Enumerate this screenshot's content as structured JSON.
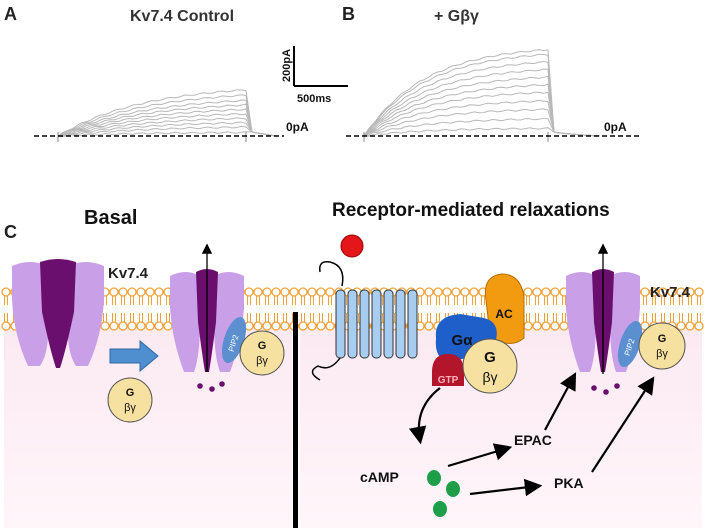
{
  "panels": {
    "a": {
      "letter": "A",
      "title": "Kv7.4 Control",
      "zero_label": "0pA",
      "scale_current": "200pA",
      "scale_time": "500ms"
    },
    "b": {
      "letter": "B",
      "title": "+ Gβγ",
      "zero_label": "0pA"
    },
    "c": {
      "letter": "C",
      "basal_title": "Basal",
      "receptor_title": "Receptor-mediated relaxations",
      "channel_label": "Kv7.4",
      "pip2_label": "PIP2",
      "g_label": "G",
      "bg_label": "βγ",
      "galpha_label": "Gα",
      "gtp_label": "GTP",
      "ac_label": "AC",
      "camp_label": "cAMP",
      "epac_label": "EPAC",
      "pka_label": "PKA"
    }
  },
  "colors": {
    "channel_light": "#c9a0e8",
    "channel_dark": "#6b0f6e",
    "membrane": "#f2a23a",
    "cytoplasm": "#f8e4ef",
    "pip2": "#5b8fcf",
    "gbg": "#f7e1a0",
    "galpha": "#1e5fc9",
    "gtp": "#b3162a",
    "ac": "#f29a10",
    "camp": "#1f9e4a",
    "receptor": "#a7cdf0",
    "ligand": "#e3161c",
    "arrow_basal": "#4f8fd0",
    "traces": "#b8b8b8"
  }
}
